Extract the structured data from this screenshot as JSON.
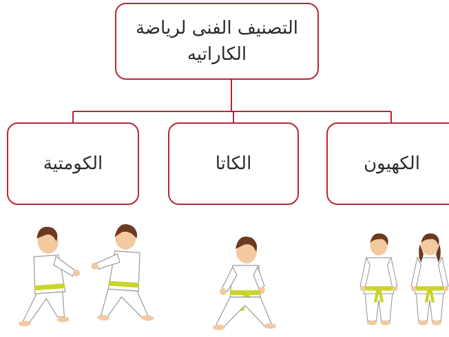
{
  "diagram": {
    "root": {
      "line1": "التصنيف الفنى لرياضة",
      "line2": "الكاراتيه"
    },
    "children": [
      {
        "id": "kumite",
        "label": "الكومتية"
      },
      {
        "id": "kata",
        "label": "الكاتا"
      },
      {
        "id": "kihon",
        "label": "الكهيون"
      }
    ],
    "colors": {
      "border": "#b3263a",
      "connector": "#b3263a",
      "belt": "#c9d52a",
      "gi": "#ffffff",
      "hair": "#6b3a1f",
      "skin": "#f3c9a0"
    },
    "illustrations": [
      {
        "under": "kumite",
        "content": "two karate fighters sparring"
      },
      {
        "under": "kata",
        "content": "one karate practitioner in stance"
      },
      {
        "under": "kihon",
        "content": "boy and girl in karate uniforms standing"
      }
    ]
  }
}
